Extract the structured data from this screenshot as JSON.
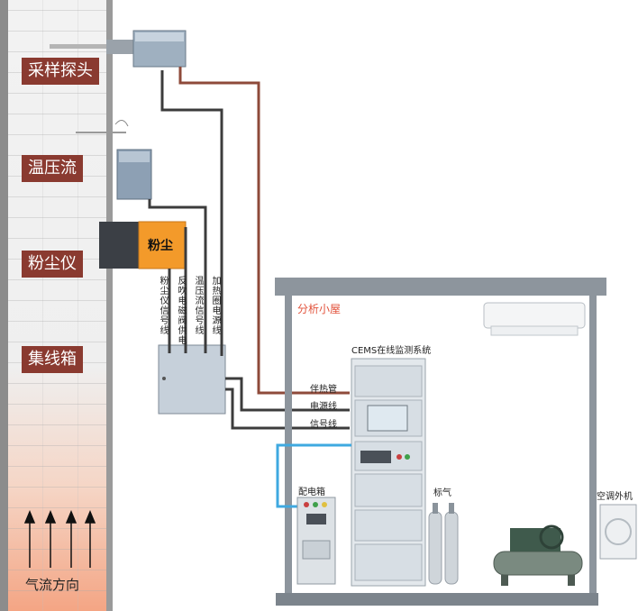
{
  "stack": {
    "labels": {
      "sampling_probe": "采样探头",
      "temp_pressure_flow": "温压流",
      "dust_meter": "粉尘仪",
      "junction_box": "集线箱",
      "airflow_direction": "气流方向"
    }
  },
  "dust_device_label": "粉尘",
  "cable_labels": {
    "dust_signal": "粉尘仪信号线",
    "blowback_valve_power": "反吹电磁阀供电",
    "tpf_signal": "温压流信号线",
    "heater_power": "加热圈电源线"
  },
  "house": {
    "title": "分析小屋",
    "cems_title": "CEMS在线监测系统",
    "heat_trace_label": "伴热管",
    "power_line_label": "电源线",
    "signal_line_label": "信号线",
    "distribution_box_label": "配电箱",
    "standard_gas_label": "标气",
    "ac_outdoor_label": "空调外机"
  },
  "colors": {
    "heat_trace": "#8e4a3a",
    "cable": "#3c3c3c",
    "blue_line": "#3fa9e0",
    "label_bg": "#8a3a30",
    "dust_orange": "#f39a2a",
    "house_title": "#e2533c"
  }
}
